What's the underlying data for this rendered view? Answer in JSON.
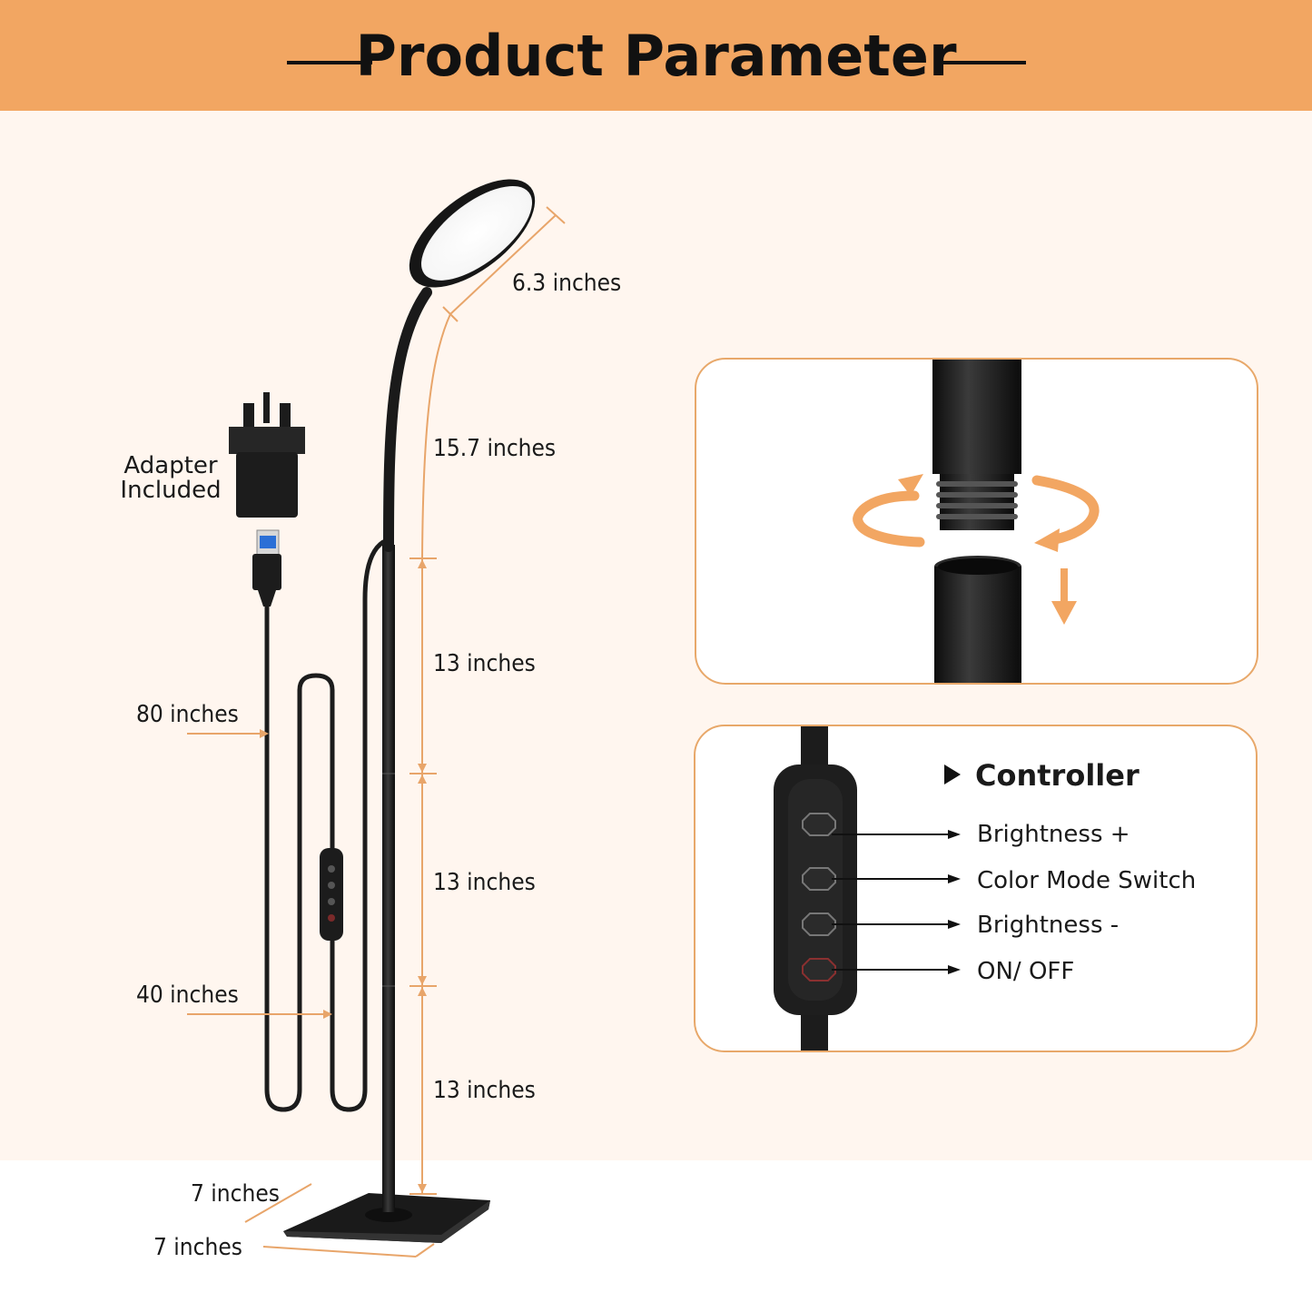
{
  "header": {
    "title": "Product Parameter"
  },
  "colors": {
    "accent": "#f2a662",
    "dimension_line": "#e8a56a",
    "background": "#fff6ef",
    "product": "#1c1c1c"
  },
  "adapter": {
    "label_line1": "Adapter",
    "label_line2": "Included"
  },
  "dimensions": {
    "lamp_head": "6.3 inches",
    "gooseneck": "15.7 inches",
    "pole_upper": "13 inches",
    "pole_middle": "13 inches",
    "pole_lower": "13 inches",
    "base_width": "7 inches",
    "base_depth": "7 inches",
    "cable_total": "80 inches",
    "cable_to_switch": "40 inches"
  },
  "controller": {
    "title": "Controller",
    "title_icon": "play-triangle-icon",
    "buttons": [
      {
        "label": "Brightness +",
        "icon": "brightness-up-icon"
      },
      {
        "label": "Color Mode Switch",
        "icon": "color-mode-icon"
      },
      {
        "label": "Brightness -",
        "icon": "brightness-down-icon"
      },
      {
        "label": "ON/ OFF",
        "icon": "power-icon"
      }
    ]
  },
  "assembly": {
    "icons": [
      "rotate-arrows-icon",
      "down-arrow-icon"
    ]
  }
}
